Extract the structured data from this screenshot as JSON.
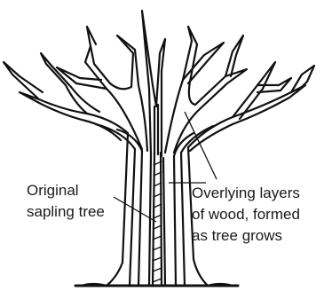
{
  "labels": {
    "sapling": {
      "line1": "Original",
      "line2": "sapling tree"
    },
    "layers": {
      "line1": "Overlying layers",
      "line2": "of wood, formed",
      "line3": "as tree grows"
    }
  },
  "colors": {
    "ink": "#111111",
    "background": "#ffffff"
  }
}
